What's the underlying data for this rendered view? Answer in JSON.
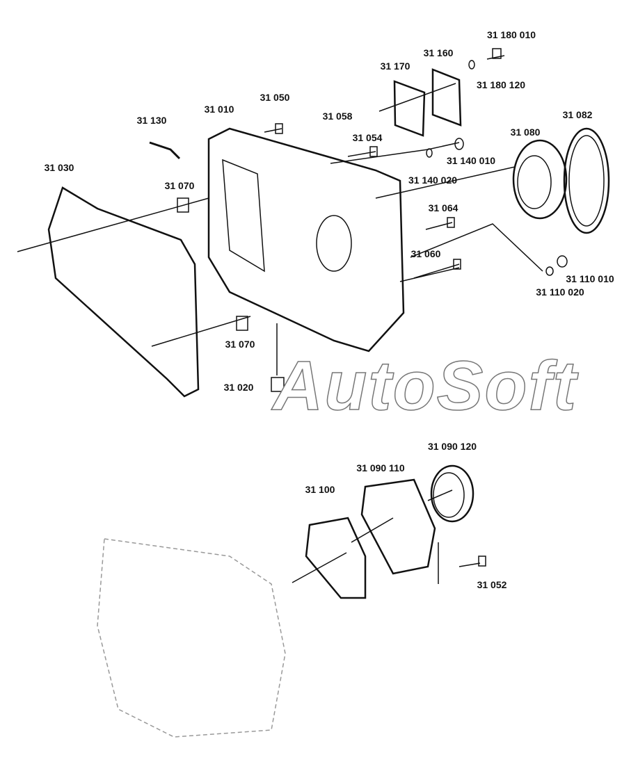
{
  "watermark": "AutoSoft",
  "labels": {
    "l31180010": "31 180 010",
    "l31160": "31 160",
    "l31170": "31 170",
    "l31180120": "31 180  120",
    "l31050": "31 050",
    "l31010": "31 010",
    "l31058": "31 058",
    "l31130": "31 130",
    "l31082": "31 082",
    "l31080": "31 080",
    "l31054": "31 054",
    "l31140010": "31 140 010",
    "l31030": "31 030",
    "l31070a": "31 070",
    "l31140020": "31 140 020",
    "l31064": "31 064",
    "l31060": "31 060",
    "l31110010": "31 110 010",
    "l31110020": "31 110 020",
    "l31070b": "31 070",
    "l31020": "31 020",
    "l31090120": "31 090 120",
    "l31090110": "31 090 110",
    "l31100": "31 100",
    "l31052": "31 052"
  }
}
